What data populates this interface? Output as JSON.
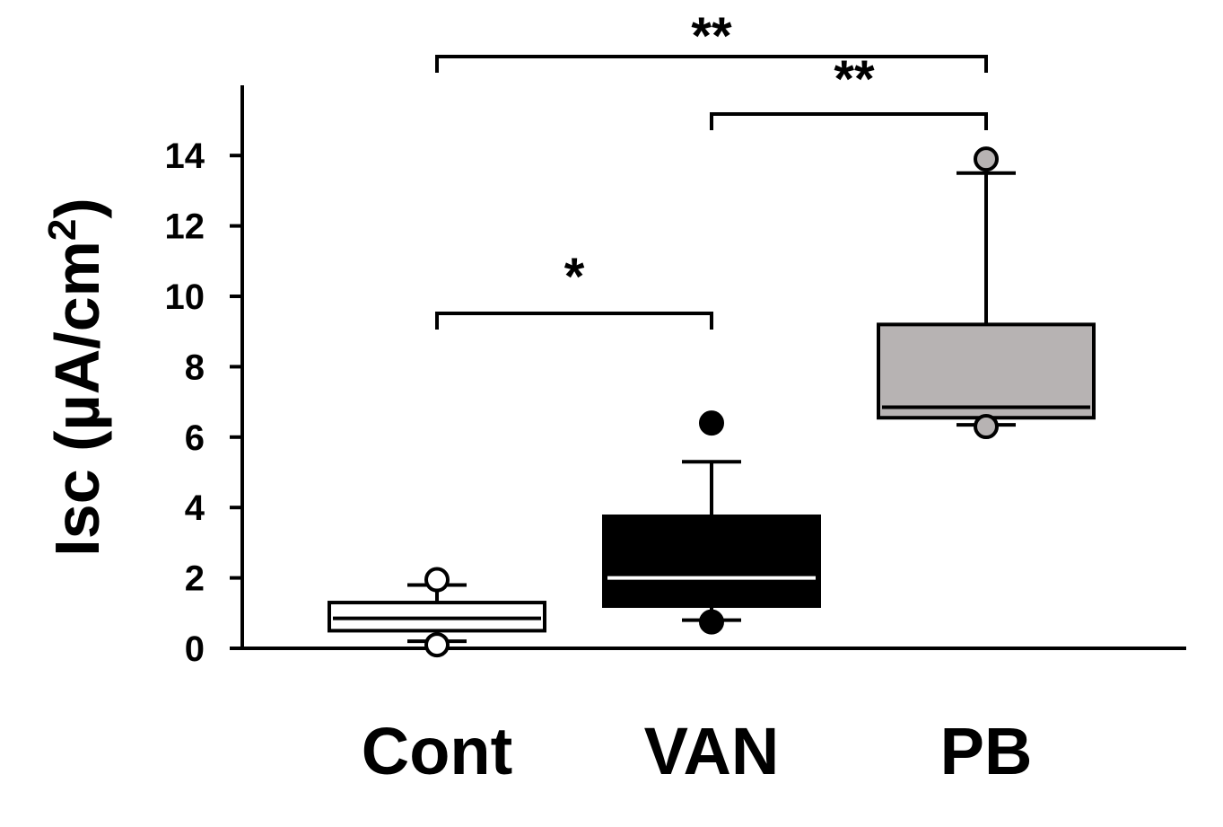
{
  "chart_data": {
    "type": "box",
    "ylabel": {
      "main": "Isc (µA/cm",
      "sup": "2",
      "close": ")"
    },
    "ylim": [
      0,
      16
    ],
    "yticks": [
      0,
      2,
      4,
      6,
      8,
      10,
      12,
      14
    ],
    "grid": false,
    "categories": [
      "Cont",
      "VAN",
      "PB"
    ],
    "boxes": [
      {
        "category": "Cont",
        "whisker_low": 0.2,
        "q1": 0.5,
        "median": 0.85,
        "q3": 1.3,
        "whisker_high": 1.8,
        "outliers": [
          0.1,
          1.95
        ],
        "fill": "#ffffff",
        "median_color": "#000000"
      },
      {
        "category": "VAN",
        "whisker_low": 0.8,
        "q1": 1.2,
        "median": 2.0,
        "q3": 3.75,
        "whisker_high": 5.3,
        "outliers": [
          0.75,
          6.4
        ],
        "fill": "#000000",
        "median_color": "#ffffff"
      },
      {
        "category": "PB",
        "whisker_low": 6.35,
        "q1": 6.55,
        "median": 6.85,
        "q3": 9.2,
        "whisker_high": 13.5,
        "outliers": [
          6.3,
          13.9
        ],
        "fill": "#b7b3b3",
        "median_color": "#000000"
      }
    ],
    "significance": [
      {
        "from": "Cont",
        "to": "VAN",
        "label": "*"
      },
      {
        "from": "VAN",
        "to": "PB",
        "label": "**"
      },
      {
        "from": "Cont",
        "to": "PB",
        "label": "**"
      }
    ]
  }
}
